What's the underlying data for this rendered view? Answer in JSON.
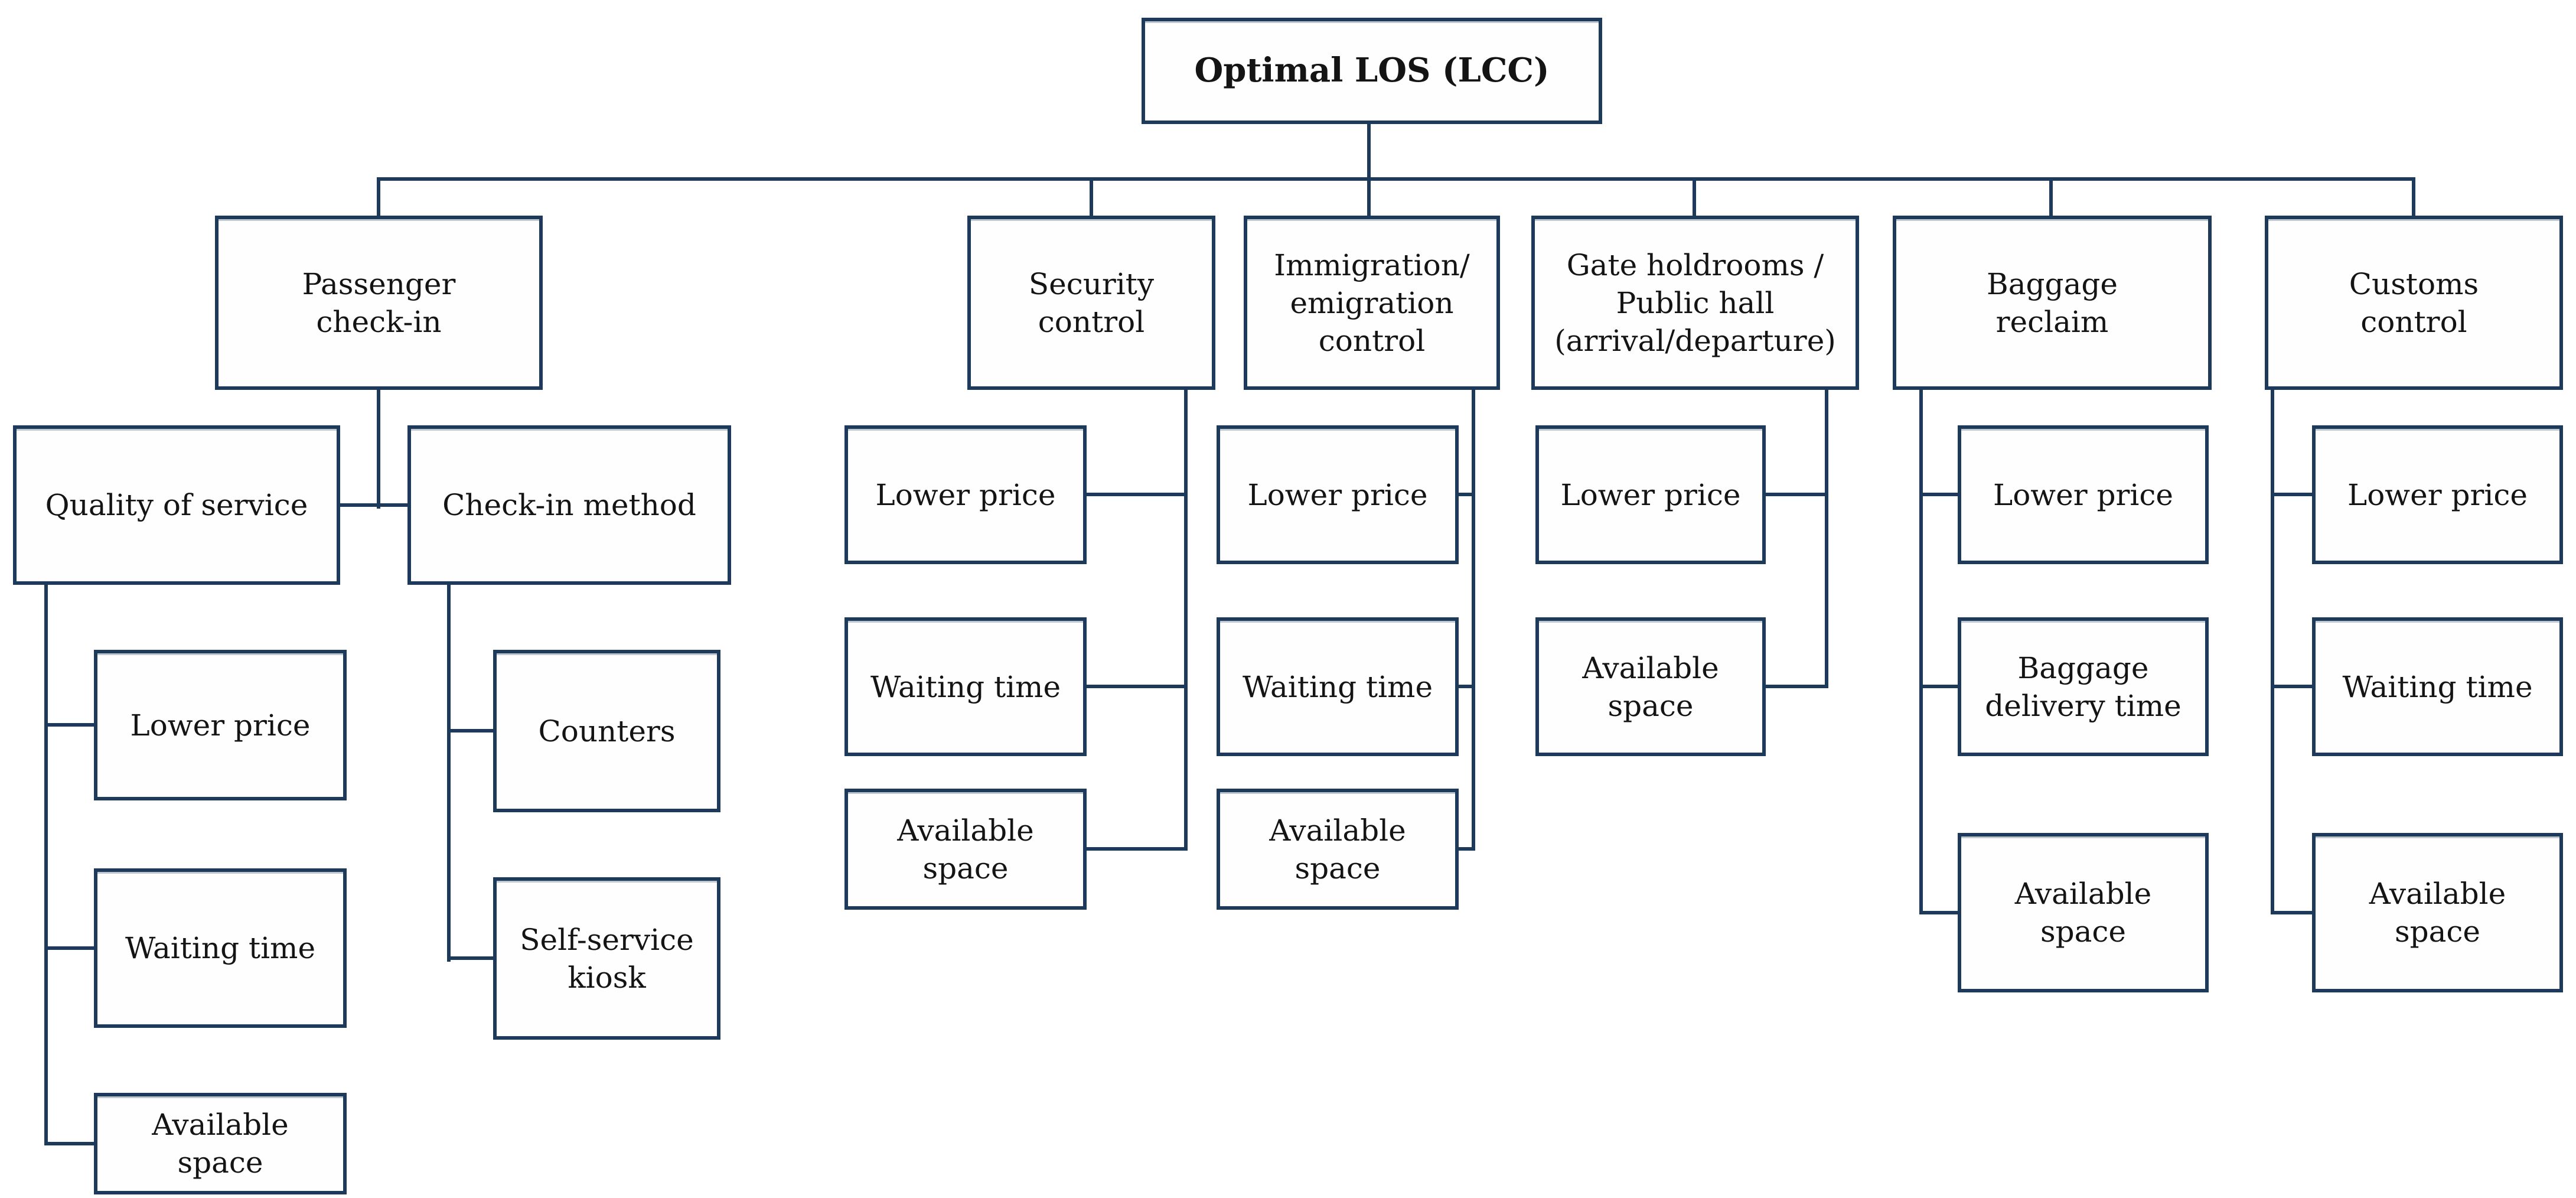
{
  "figure": {
    "type": "hierarchy-diagram",
    "colors": {
      "line": "#1e3a5a",
      "text": "#141414",
      "box_fill": "#fefefe"
    },
    "root": {
      "label": "Optimal LOS (LCC)"
    },
    "branches": [
      {
        "label": "Passenger\ncheck-in",
        "children": [
          {
            "label": "Quality of service",
            "children": [
              {
                "label": "Lower price"
              },
              {
                "label": "Waiting time"
              },
              {
                "label": "Available\nspace"
              }
            ]
          },
          {
            "label": "Check-in method",
            "children": [
              {
                "label": "Counters"
              },
              {
                "label": "Self-service\nkiosk"
              }
            ]
          }
        ]
      },
      {
        "label": "Security\ncontrol",
        "children": [
          {
            "label": "Lower price"
          },
          {
            "label": "Waiting time"
          },
          {
            "label": "Available\nspace"
          }
        ]
      },
      {
        "label": "Immigration/\nemigration\ncontrol",
        "children": [
          {
            "label": "Lower price"
          },
          {
            "label": "Waiting time"
          },
          {
            "label": "Available\nspace"
          }
        ]
      },
      {
        "label": "Gate holdrooms /\nPublic hall\n(arrival/departure)",
        "children": [
          {
            "label": "Lower price"
          },
          {
            "label": "Available\nspace"
          }
        ]
      },
      {
        "label": "Baggage\nreclaim",
        "children": [
          {
            "label": "Lower price"
          },
          {
            "label": "Baggage\ndelivery time"
          },
          {
            "label": "Available\nspace"
          }
        ]
      },
      {
        "label": "Customs\ncontrol",
        "children": [
          {
            "label": "Lower price"
          },
          {
            "label": "Waiting time"
          },
          {
            "label": "Available\nspace"
          }
        ]
      }
    ]
  }
}
